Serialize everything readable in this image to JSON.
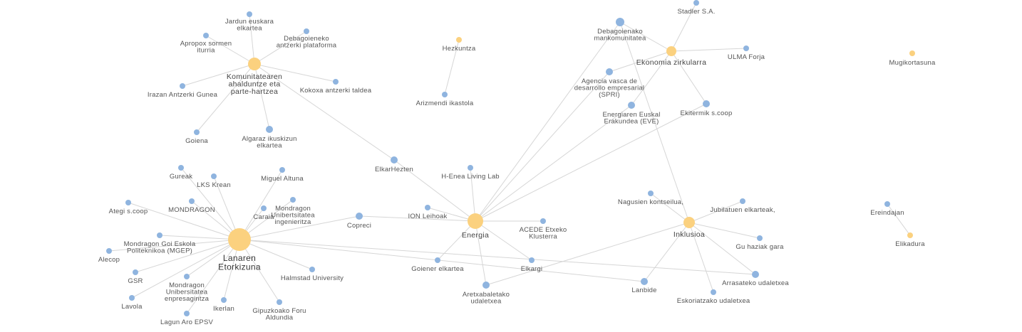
{
  "colors": {
    "topic_node": "#fbd17f",
    "actor_node": "#8fb4df",
    "edge": "#d6d6d6"
  },
  "nodes": [
    {
      "id": "lanaren",
      "label": [
        "Lanaren",
        "Etorkizuna"
      ],
      "kind": "topic"
    },
    {
      "id": "komunitatea",
      "label": [
        "Komunitatearen",
        "ahalduntze eta",
        "parte-hartzea"
      ],
      "kind": "topic"
    },
    {
      "id": "energia",
      "label": [
        "Energia"
      ],
      "kind": "topic"
    },
    {
      "id": "ekonomia",
      "label": [
        "Ekonomia zirkularra"
      ],
      "kind": "topic"
    },
    {
      "id": "inklusioa",
      "label": [
        "Inklusioa"
      ],
      "kind": "topic"
    },
    {
      "id": "hezkuntza",
      "label": [
        "Hezkuntza"
      ],
      "kind": "topic"
    },
    {
      "id": "mugikortasuna",
      "label": [
        "Mugikortasuna"
      ],
      "kind": "topic"
    },
    {
      "id": "elikadura",
      "label": [
        "Elikadura"
      ],
      "kind": "topic"
    },
    {
      "id": "jardun",
      "label": [
        "Jardun euskara",
        "elkartea"
      ],
      "kind": "actor"
    },
    {
      "id": "debagoieneko_ant",
      "label": [
        "Debagoieneko",
        "antzerki plataforma"
      ],
      "kind": "actor"
    },
    {
      "id": "apropox",
      "label": [
        "Apropox sormen",
        "iturria"
      ],
      "kind": "actor"
    },
    {
      "id": "kokoxa",
      "label": [
        "Kokoxa antzerki taldea"
      ],
      "kind": "actor"
    },
    {
      "id": "irazan",
      "label": [
        "Irazan Antzerki Gunea"
      ],
      "kind": "actor"
    },
    {
      "id": "goiena",
      "label": [
        "Goiena"
      ],
      "kind": "actor"
    },
    {
      "id": "algaraz",
      "label": [
        "Algaraz ikuskizun",
        "elkartea"
      ],
      "kind": "actor"
    },
    {
      "id": "elkarhezten",
      "label": [
        "ElkarHezten"
      ],
      "kind": "actor"
    },
    {
      "id": "arizmendi",
      "label": [
        "Arizmendi ikastola"
      ],
      "kind": "actor"
    },
    {
      "id": "stadler",
      "label": [
        "Stadler S.A."
      ],
      "kind": "actor"
    },
    {
      "id": "debagoieneko_mank",
      "label": [
        "Debagoienako",
        "mankomunitatea"
      ],
      "kind": "actor"
    },
    {
      "id": "ulma",
      "label": [
        "ULMA Forja"
      ],
      "kind": "actor"
    },
    {
      "id": "spri",
      "label": [
        "Agencia vasca de",
        "desarrollo empresarial",
        "(SPRI)"
      ],
      "kind": "actor"
    },
    {
      "id": "eve",
      "label": [
        "Energiaren Euskal",
        "Erakundea (EVE)"
      ],
      "kind": "actor"
    },
    {
      "id": "ekitermik",
      "label": [
        "Ekitermik s.coop"
      ],
      "kind": "actor"
    },
    {
      "id": "gureak",
      "label": [
        "Gureak"
      ],
      "kind": "actor"
    },
    {
      "id": "lks",
      "label": [
        "LKS Krean"
      ],
      "kind": "actor"
    },
    {
      "id": "miguel",
      "label": [
        "Miguel Altuna"
      ],
      "kind": "actor"
    },
    {
      "id": "ategi",
      "label": [
        "Ategi s.coop"
      ],
      "kind": "actor"
    },
    {
      "id": "mondragon",
      "label": [
        "MONDRAGON"
      ],
      "kind": "actor"
    },
    {
      "id": "caraia",
      "label": [
        "Caraia"
      ],
      "kind": "actor"
    },
    {
      "id": "mu_ing",
      "label": [
        "Mondragon",
        "Unibertsitatea",
        "ingenieritza"
      ],
      "kind": "actor"
    },
    {
      "id": "mgep",
      "label": [
        "Mondragon Goi Eskola",
        "Politeknikoa (MGEP)"
      ],
      "kind": "actor"
    },
    {
      "id": "alecop",
      "label": [
        "Alecop"
      ],
      "kind": "actor"
    },
    {
      "id": "gsr",
      "label": [
        "GSR"
      ],
      "kind": "actor"
    },
    {
      "id": "mu_enp",
      "label": [
        "Mondragon",
        "Unibersitatea",
        "enpresagintza"
      ],
      "kind": "actor"
    },
    {
      "id": "lavola",
      "label": [
        "Lavola"
      ],
      "kind": "actor"
    },
    {
      "id": "lagun_aro",
      "label": [
        "Lagun Aro EPSV"
      ],
      "kind": "actor"
    },
    {
      "id": "ikerlan",
      "label": [
        "Ikerlan"
      ],
      "kind": "actor"
    },
    {
      "id": "gipuzkoa",
      "label": [
        "Gipuzkoako Foru",
        "Aldundia"
      ],
      "kind": "actor"
    },
    {
      "id": "halmstad",
      "label": [
        "Halmstad University"
      ],
      "kind": "actor"
    },
    {
      "id": "copreci",
      "label": [
        "Copreci"
      ],
      "kind": "actor"
    },
    {
      "id": "henea",
      "label": [
        "H-Enea Living Lab"
      ],
      "kind": "actor"
    },
    {
      "id": "ion",
      "label": [
        "ION Leihoak"
      ],
      "kind": "actor"
    },
    {
      "id": "acede",
      "label": [
        "ACEDE Etxeko",
        "Klusterra"
      ],
      "kind": "actor"
    },
    {
      "id": "goiener",
      "label": [
        "Goiener elkartea"
      ],
      "kind": "actor"
    },
    {
      "id": "elkargi",
      "label": [
        "Elkargi"
      ],
      "kind": "actor"
    },
    {
      "id": "aretxabaleta",
      "label": [
        "Aretxabaletako",
        "udaletxea"
      ],
      "kind": "actor"
    },
    {
      "id": "nagusien",
      "label": [
        "Nagusien kontseilua,"
      ],
      "kind": "actor"
    },
    {
      "id": "jubilatuen",
      "label": [
        "Jubilatuen elkarteak,"
      ],
      "kind": "actor"
    },
    {
      "id": "gu_haziak",
      "label": [
        "Gu haziak gara"
      ],
      "kind": "actor"
    },
    {
      "id": "arrasate",
      "label": [
        "Arrasateko udaletxea"
      ],
      "kind": "actor"
    },
    {
      "id": "eskoriatza",
      "label": [
        "Eskoriatzako udaletxea"
      ],
      "kind": "actor"
    },
    {
      "id": "lanbide",
      "label": [
        "Lanbide"
      ],
      "kind": "actor"
    },
    {
      "id": "ereindajan",
      "label": [
        "Ereindajan"
      ],
      "kind": "actor"
    }
  ],
  "edges": [
    [
      "komunitatea",
      "jardun"
    ],
    [
      "komunitatea",
      "debagoieneko_ant"
    ],
    [
      "komunitatea",
      "apropox"
    ],
    [
      "komunitatea",
      "kokoxa"
    ],
    [
      "komunitatea",
      "irazan"
    ],
    [
      "komunitatea",
      "goiena"
    ],
    [
      "komunitatea",
      "algaraz"
    ],
    [
      "komunitatea",
      "elkarhezten"
    ],
    [
      "hezkuntza",
      "arizmendi"
    ],
    [
      "ekonomia",
      "stadler"
    ],
    [
      "ekonomia",
      "debagoieneko_mank"
    ],
    [
      "ekonomia",
      "ulma"
    ],
    [
      "ekonomia",
      "spri"
    ],
    [
      "ekonomia",
      "eve"
    ],
    [
      "ekonomia",
      "ekitermik"
    ],
    [
      "lanaren",
      "gureak"
    ],
    [
      "lanaren",
      "lks"
    ],
    [
      "lanaren",
      "miguel"
    ],
    [
      "lanaren",
      "ategi"
    ],
    [
      "lanaren",
      "mondragon"
    ],
    [
      "lanaren",
      "caraia"
    ],
    [
      "lanaren",
      "mu_ing"
    ],
    [
      "lanaren",
      "mgep"
    ],
    [
      "lanaren",
      "alecop"
    ],
    [
      "lanaren",
      "gsr"
    ],
    [
      "lanaren",
      "mu_enp"
    ],
    [
      "lanaren",
      "lavola"
    ],
    [
      "lanaren",
      "lagun_aro"
    ],
    [
      "lanaren",
      "ikerlan"
    ],
    [
      "lanaren",
      "gipuzkoa"
    ],
    [
      "lanaren",
      "halmstad"
    ],
    [
      "lanaren",
      "copreci"
    ],
    [
      "lanaren",
      "lanbide"
    ],
    [
      "lanaren",
      "arrasate"
    ],
    [
      "energia",
      "copreci"
    ],
    [
      "energia",
      "elkarhezten"
    ],
    [
      "energia",
      "henea"
    ],
    [
      "energia",
      "ion"
    ],
    [
      "energia",
      "acede"
    ],
    [
      "energia",
      "goiener"
    ],
    [
      "energia",
      "elkargi"
    ],
    [
      "energia",
      "aretxabaleta"
    ],
    [
      "energia",
      "debagoieneko_mank"
    ],
    [
      "energia",
      "spri"
    ],
    [
      "energia",
      "eve"
    ],
    [
      "energia",
      "ekitermik"
    ],
    [
      "inklusioa",
      "debagoieneko_mank"
    ],
    [
      "inklusioa",
      "nagusien"
    ],
    [
      "inklusioa",
      "jubilatuen"
    ],
    [
      "inklusioa",
      "gu_haziak"
    ],
    [
      "inklusioa",
      "arrasate"
    ],
    [
      "inklusioa",
      "eskoriatza"
    ],
    [
      "inklusioa",
      "lanbide"
    ],
    [
      "inklusioa",
      "aretxabaleta"
    ],
    [
      "elikadura",
      "ereindajan"
    ]
  ]
}
